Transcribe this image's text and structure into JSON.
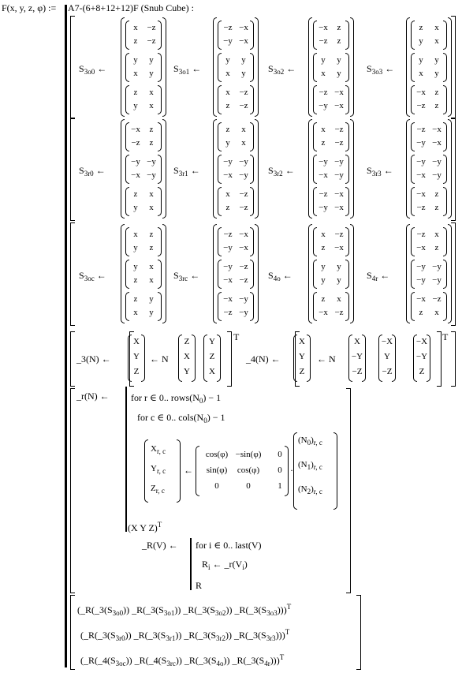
{
  "header": {
    "func": "F(x, y, z, φ) :=",
    "title": "A7-(6+8+12+12)F (Snub Cube) :"
  },
  "rows": [
    [
      {
        "label": "S",
        "sub": "3o0",
        "arrow": "←",
        "m": [
          [
            "x",
            "−z"
          ],
          [
            "z",
            "−z"
          ],
          [
            "y",
            "y"
          ],
          [
            "x",
            "y"
          ],
          [
            "z",
            "x"
          ],
          [
            "y",
            "x"
          ]
        ]
      },
      {
        "label": "S",
        "sub": "3o1",
        "arrow": "←",
        "m": [
          [
            "−z",
            "−x"
          ],
          [
            "−y",
            "−x"
          ],
          [
            "y",
            "y"
          ],
          [
            "x",
            "y"
          ],
          [
            "x",
            "−z"
          ],
          [
            "z",
            "−z"
          ]
        ]
      },
      {
        "label": "S",
        "sub": "3o2",
        "arrow": "←",
        "m": [
          [
            "−x",
            "z"
          ],
          [
            "−z",
            "z"
          ],
          [
            "y",
            "y"
          ],
          [
            "x",
            "y"
          ],
          [
            "−z",
            "−x"
          ],
          [
            "−y",
            "−x"
          ]
        ]
      },
      {
        "label": "S",
        "sub": "3o3",
        "arrow": "←",
        "m": [
          [
            "z",
            "x"
          ],
          [
            "y",
            "x"
          ],
          [
            "y",
            "y"
          ],
          [
            "x",
            "y"
          ],
          [
            "−x",
            "z"
          ],
          [
            "−z",
            "z"
          ]
        ]
      }
    ],
    [
      {
        "label": "S",
        "sub": "3r0",
        "arrow": "←",
        "m": [
          [
            "−x",
            "z"
          ],
          [
            "−z",
            "z"
          ],
          [
            "−y",
            "−y"
          ],
          [
            "−x",
            "−y"
          ],
          [
            "z",
            "x"
          ],
          [
            "y",
            "x"
          ]
        ]
      },
      {
        "label": "S",
        "sub": "3r1",
        "arrow": "←",
        "m": [
          [
            "z",
            "x"
          ],
          [
            "y",
            "x"
          ],
          [
            "−y",
            "−y"
          ],
          [
            "−x",
            "−y"
          ],
          [
            "x",
            "−z"
          ],
          [
            "z",
            "−z"
          ]
        ]
      },
      {
        "label": "S",
        "sub": "3r2",
        "arrow": "←",
        "m": [
          [
            "x",
            "−z"
          ],
          [
            "z",
            "−z"
          ],
          [
            "−y",
            "−y"
          ],
          [
            "−x",
            "−y"
          ],
          [
            "−z",
            "−x"
          ],
          [
            "−y",
            "−x"
          ]
        ]
      },
      {
        "label": "S",
        "sub": "3r3",
        "arrow": "←",
        "m": [
          [
            "−z",
            "−x"
          ],
          [
            "−y",
            "−x"
          ],
          [
            "−y",
            "−y"
          ],
          [
            "−x",
            "−y"
          ],
          [
            "−x",
            "z"
          ],
          [
            "−z",
            "z"
          ]
        ]
      }
    ],
    [
      {
        "label": "S",
        "sub": "3oc",
        "arrow": "←",
        "m": [
          [
            "x",
            "z"
          ],
          [
            "y",
            "z"
          ],
          [
            "y",
            "x"
          ],
          [
            "z",
            "x"
          ],
          [
            "z",
            "y"
          ],
          [
            "x",
            "y"
          ]
        ]
      },
      {
        "label": "S",
        "sub": "3rc",
        "arrow": "←",
        "m": [
          [
            "−z",
            "−x"
          ],
          [
            "−y",
            "−x"
          ],
          [
            "−y",
            "−z"
          ],
          [
            "−x",
            "−z"
          ],
          [
            "−x",
            "−y"
          ],
          [
            "−z",
            "−y"
          ]
        ]
      },
      {
        "label": "S",
        "sub": "4o",
        "arrow": "←",
        "m": [
          [
            "x",
            "−z"
          ],
          [
            "z",
            "−x"
          ],
          [
            "y",
            "y"
          ],
          [
            "y",
            "y"
          ],
          [
            "z",
            "x"
          ],
          [
            "−x",
            "−z"
          ]
        ]
      },
      {
        "label": "S",
        "sub": "4r",
        "arrow": "←",
        "m": [
          [
            "−z",
            "x"
          ],
          [
            "−x",
            "z"
          ],
          [
            "−y",
            "−y"
          ],
          [
            "−y",
            "−y"
          ],
          [
            "−x",
            "−z"
          ],
          [
            "z",
            "x"
          ]
        ]
      }
    ]
  ],
  "defs": {
    "d3": {
      "name": "_3(N) ←",
      "vec": [
        "X",
        "Y",
        "Z"
      ],
      "mid": "←  N",
      "m1": [
        "Z",
        "X",
        "Y"
      ],
      "m2": [
        "Y",
        "Z",
        "X"
      ],
      "sup": "T"
    },
    "d4": {
      "name": "_4(N) ←",
      "vec": [
        "X",
        "Y",
        "Z"
      ],
      "mid": "←  N",
      "m1": [
        "X",
        "−Y",
        "−Z"
      ],
      "m2": [
        "−X",
        "Y",
        "−Z"
      ],
      "m3": [
        "−X",
        "−Y",
        "Z"
      ],
      "sup": "T"
    }
  },
  "prog": {
    "r_name": "_r(N) ←",
    "for_r": "for  r ∈ 0.. rows(N",
    "for_r_tail": ") − 1",
    "for_c": "for  c ∈ 0.. cols(N",
    "for_c_tail": ") − 1",
    "sub0": "0",
    "lhs": [
      "X",
      "Y",
      "Z"
    ],
    "lhs_sub": "r, c",
    "assign": "←",
    "rot": [
      [
        "cos(φ)",
        "−sin(φ)",
        "0"
      ],
      [
        "sin(φ)",
        "cos(φ)",
        "0"
      ],
      [
        "0",
        "0",
        "1"
      ]
    ],
    "dot": "·",
    "rhs": [
      "N",
      "N",
      "N"
    ],
    "rhs_sub": [
      "0",
      "1",
      "2"
    ],
    "rhs_rc": "r, c",
    "ret": "(X  Y  Z)",
    "ret_sup": "T",
    "R_name": "_R(V) ←",
    "for_i": "for  i ∈ 0.. last(V)",
    "R_assign": "R",
    "R_sub": "i",
    "R_rhs": "← _r(V",
    "R_rhs_sub": "i",
    "R_ret": "R"
  },
  "result": [
    {
      "items": [
        [
          "3",
          "3o0"
        ],
        [
          "3",
          "3o1"
        ],
        [
          "3",
          "3o2"
        ],
        [
          "3",
          "3o3"
        ]
      ],
      "sup": "T"
    },
    {
      "items": [
        [
          "3",
          "3r0"
        ],
        [
          "3",
          "3r1"
        ],
        [
          "3",
          "3r2"
        ],
        [
          "3",
          "3r3"
        ]
      ],
      "sup": "T"
    },
    {
      "items": [
        [
          "4",
          "3oc"
        ],
        [
          "4",
          "3rc"
        ],
        [
          "3",
          "4o"
        ],
        [
          "3",
          "4r"
        ]
      ],
      "sup": "T"
    }
  ]
}
